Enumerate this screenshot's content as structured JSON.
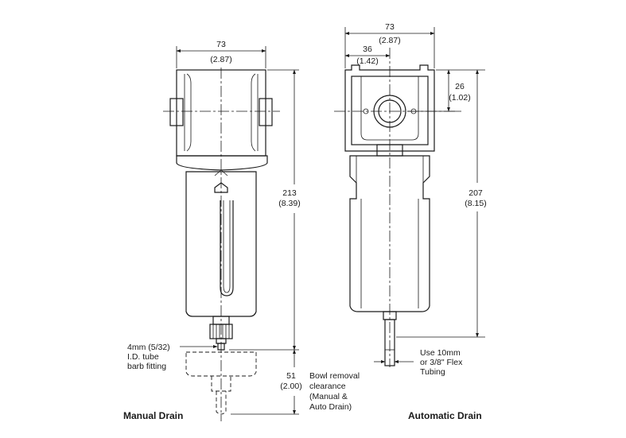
{
  "dimensions": {
    "left_width": {
      "mm": "73",
      "in": "(2.87)"
    },
    "left_height": {
      "mm": "213",
      "in": "(8.39)"
    },
    "left_clearance": {
      "mm": "51",
      "in": "(2.00)"
    },
    "right_width": {
      "mm": "73",
      "in": "(2.87)"
    },
    "right_half": {
      "mm": "36",
      "in": "(1.42)"
    },
    "right_port": {
      "mm": "26",
      "in": "(1.02)"
    },
    "right_height": {
      "mm": "207",
      "in": "(8.15)"
    }
  },
  "notes": {
    "barb": [
      "4mm (5/32)",
      "I.D. tube",
      "barb fitting"
    ],
    "clearance": [
      "Bowl removal",
      "clearance",
      "(Manual &",
      "Auto Drain)"
    ],
    "tubing": [
      "Use 10mm",
      "or 3/8\" Flex",
      "Tubing"
    ]
  },
  "captions": {
    "left": "Manual Drain",
    "right": "Automatic Drain"
  }
}
